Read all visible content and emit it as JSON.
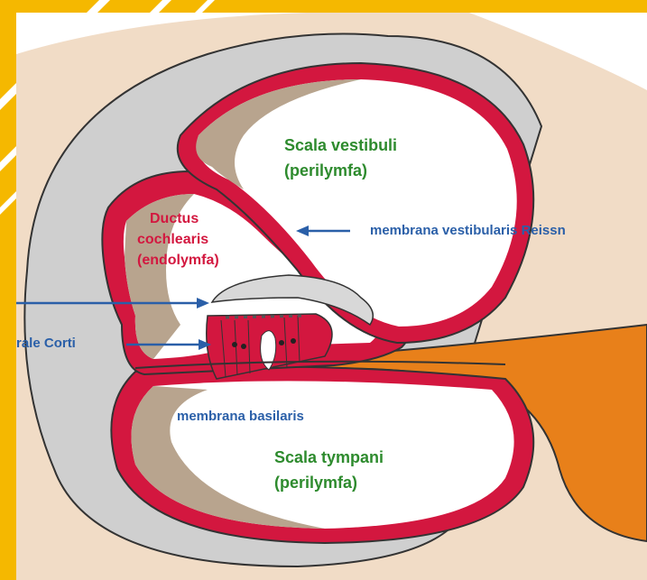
{
  "labels": {
    "scala_vestibuli": "Scala vestibuli",
    "scala_vestibuli_fluid": "(perilymfa)",
    "ductus": "Ductus",
    "cochlearis": "cochlearis",
    "endolymfa": "(endolymfa)",
    "membrana_vestibularis": "membrana vestibularis Reissn",
    "organ_corti": "rale Corti",
    "membrana_basilaris": "membrana basilaris",
    "scala_tympani": "Scala tympani",
    "scala_tympani_fluid": "(perilymfa)"
  },
  "colors": {
    "background_frame": "#f5b800",
    "membrane_red": "#d3173f",
    "bone_gray": "#c8c8c8",
    "tissue_beige": "#f1dcc6",
    "nerve_orange": "#e8801a",
    "label_green": "#2e8b2e",
    "label_blue": "#2a5fa8"
  }
}
